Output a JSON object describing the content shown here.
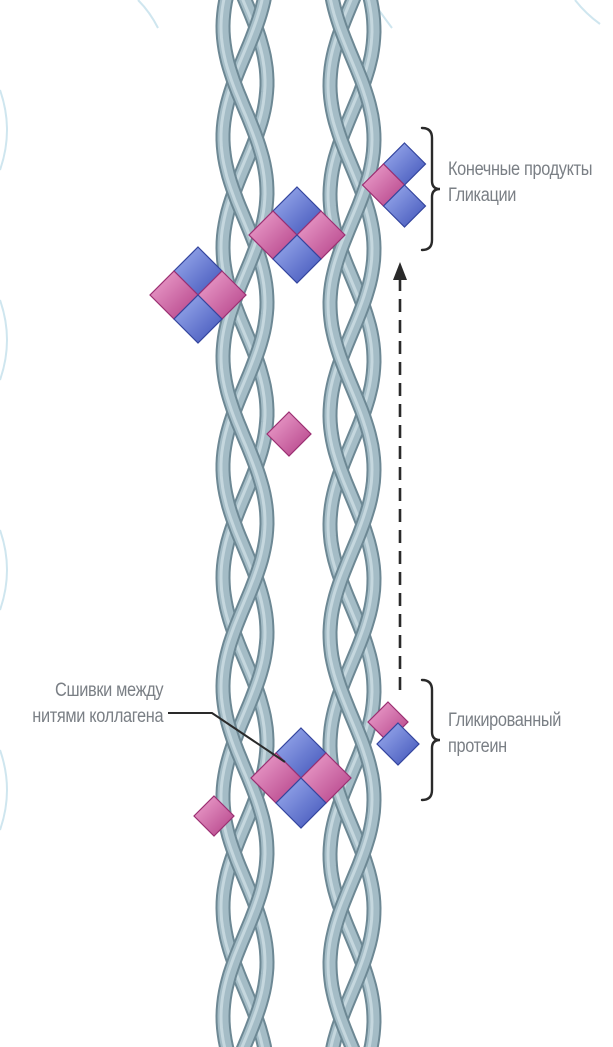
{
  "colors": {
    "fiber_fill": "#a4bcc6",
    "fiber_edge": "#6d8894",
    "diamond_blue": "#5a6fd0",
    "diamond_pink": "#c8559a",
    "text": "#7a7f85",
    "arrow": "#2a2a2a",
    "bracket": "#2a2a2a",
    "side_arc": "#cfe6ef"
  },
  "labels": {
    "end_products_line1": "Конечные продукты",
    "end_products_line2": "Гликации",
    "glycated_line1": "Гликированный",
    "glycated_line2": "протеин",
    "crosslinks_line1": "Сшивки между",
    "crosslinks_line2": "нитями коллагена"
  }
}
